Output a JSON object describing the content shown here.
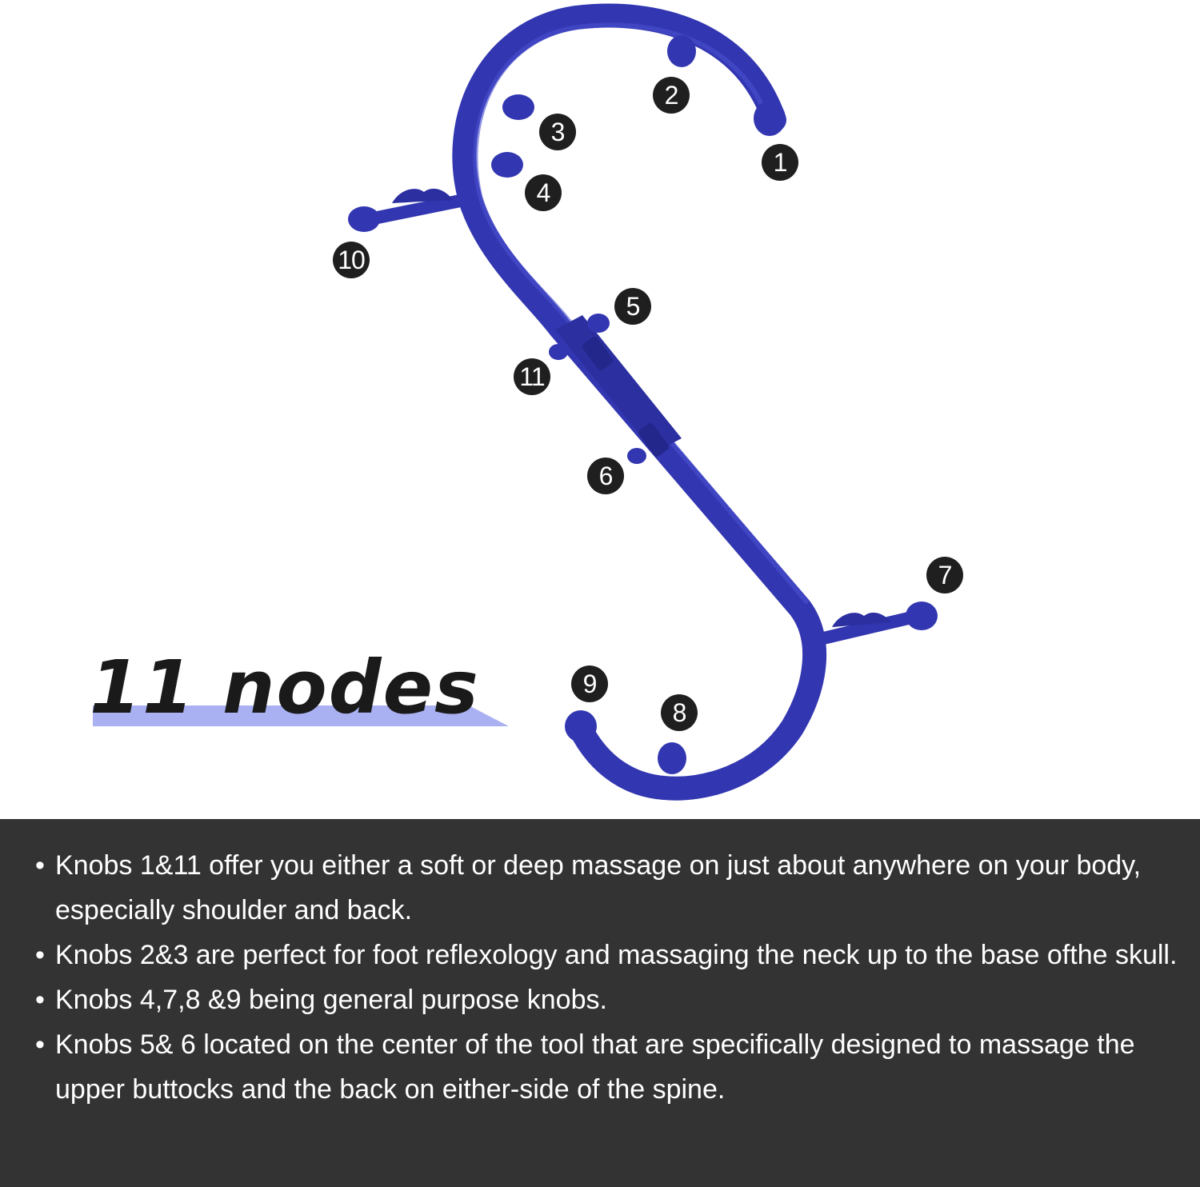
{
  "headline": "11 nodes",
  "colors": {
    "tool": "#3236b0",
    "tool_dark": "#23268a",
    "headline_band": "#a9b1f2",
    "panel_background": "#333333",
    "label_background": "#1f1f1f"
  },
  "node_labels": [
    "1",
    "2",
    "3",
    "4",
    "5",
    "6",
    "7",
    "8",
    "9",
    "10",
    "11"
  ],
  "features": [
    {
      "bullet": "•",
      "text": "Knobs 1&11 offer you either a soft or deep massage on just about anywhere on your body, especially shoulder and back."
    },
    {
      "bullet": "•",
      "text": "Knobs 2&3 are perfect for foot reflexology and massaging the neck up to the base ofthe skull."
    },
    {
      "bullet": "•",
      "text": "Knobs 4,7,8 &9 being general purpose knobs."
    },
    {
      "bullet": "•",
      "text": "Knobs 5& 6 located on the center of the tool that are specifically designed to massage the upper buttocks and the back on either-side of the spine."
    }
  ]
}
